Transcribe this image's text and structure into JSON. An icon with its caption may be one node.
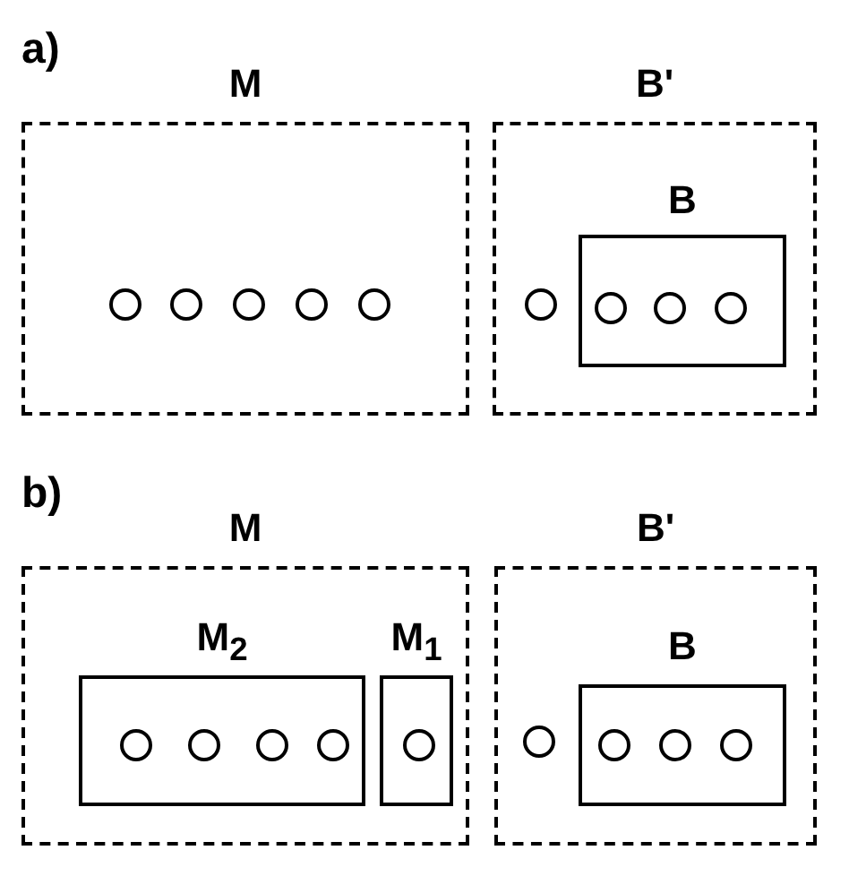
{
  "diagram": {
    "nodes": [
      {
        "text": [
          "M"
        ]
      },
      {
        "text": [],
        "shape": "circle",
        "in": 0
      },
      {
        "text": [],
        "shape": "circle",
        "in": 0
      },
      {
        "text": [],
        "shape": "circle",
        "in": 0
      },
      {
        "text": [],
        "shape": "circle",
        "in": 0
      },
      {
        "text": [],
        "shape": "circle",
        "in": 0
      },
      {
        "text": [
          "B'"
        ]
      },
      {
        "text": [],
        "shape": "circle",
        "in": 6
      },
      {
        "text": [
          "B"
        ],
        "in": 6
      },
      {
        "text": [],
        "shape": "circle",
        "in": 8
      },
      {
        "text": [],
        "shape": "circle",
        "in": 8
      },
      {
        "text": [],
        "shape": "circle",
        "in": 8
      },
      {
        "text": [
          "M"
        ]
      },
      {
        "text": [
          "M$_{2}$"
        ],
        "in": 12
      },
      {
        "text": [],
        "shape": "circle",
        "in": 13
      },
      {
        "text": [],
        "shape": "circle",
        "in": 13
      },
      {
        "text": [],
        "shape": "circle",
        "in": 13
      },
      {
        "text": [],
        "shape": "circle",
        "in": 13
      },
      {
        "text": [
          "M$_{1}$"
        ],
        "in": 12
      },
      {
        "text": [],
        "shape": "circle",
        "in": 18
      },
      {
        "text": [
          "B'"
        ]
      },
      {
        "text": [],
        "shape": "circle",
        "in": 20
      },
      {
        "text": [
          "B"
        ],
        "in": 20
      },
      {
        "text": [],
        "shape": "circle",
        "in": 22
      },
      {
        "text": [],
        "shape": "circle",
        "in": 22
      },
      {
        "text": [],
        "shape": "circle",
        "in": 22
      }
    ],
    "labels": [
      "a)",
      "b)"
    ]
  }
}
